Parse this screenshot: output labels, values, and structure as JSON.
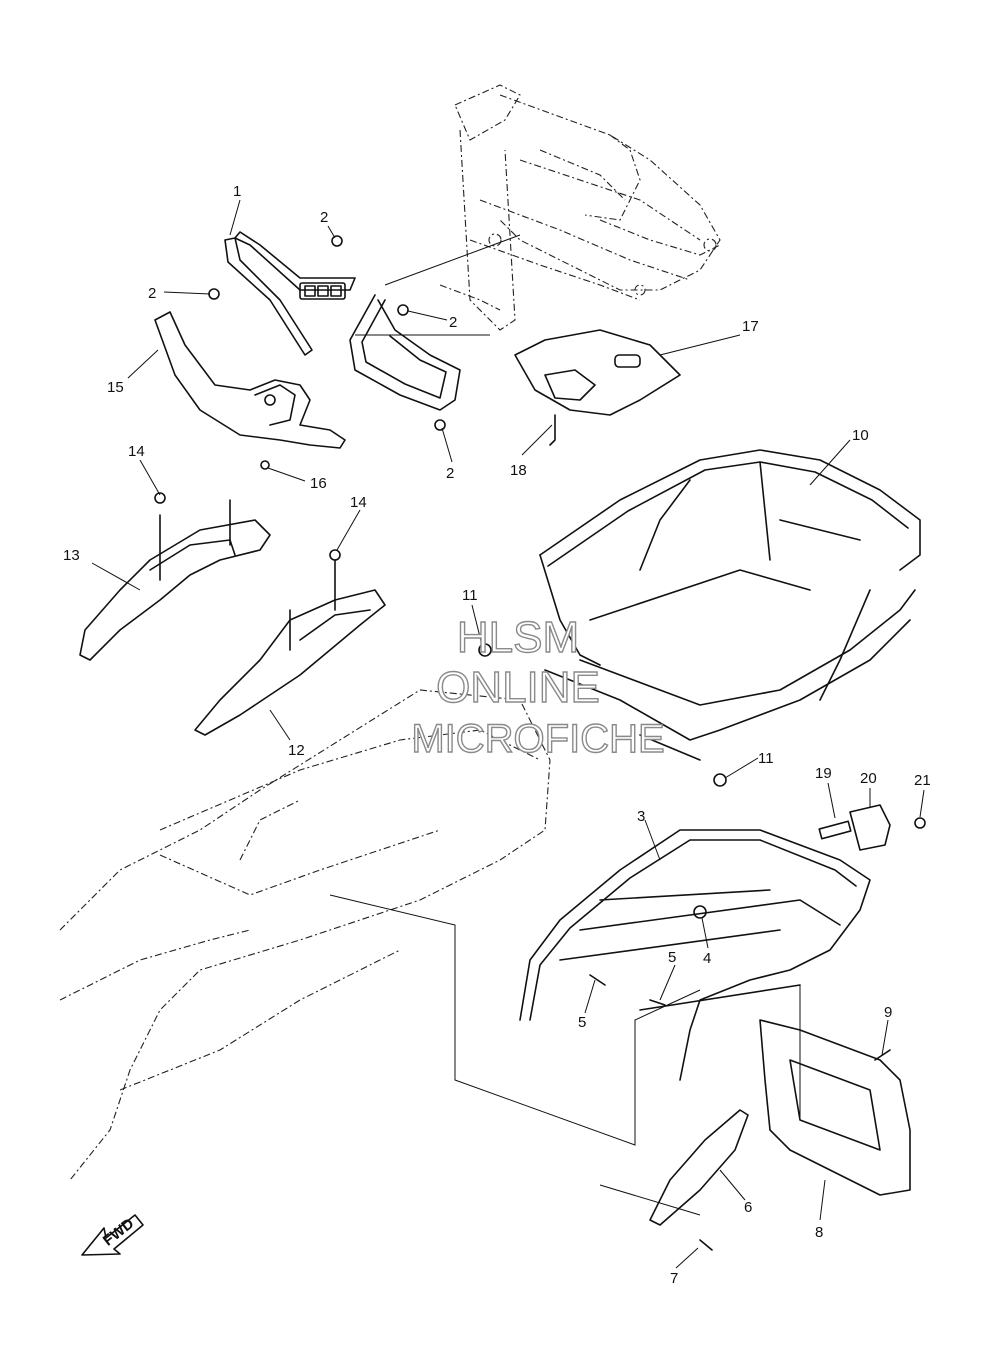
{
  "watermark": {
    "line1": "HLSM",
    "line2": "ONLINE",
    "line3": "MICROFICHE"
  },
  "fwd_arrow": {
    "label": "FWD"
  },
  "callouts": [
    {
      "id": "c1",
      "text": "1"
    },
    {
      "id": "c2a",
      "text": "2"
    },
    {
      "id": "c2b",
      "text": "2"
    },
    {
      "id": "c2c",
      "text": "2"
    },
    {
      "id": "c2d",
      "text": "2"
    },
    {
      "id": "c3",
      "text": "3"
    },
    {
      "id": "c4",
      "text": "4"
    },
    {
      "id": "c5a",
      "text": "5"
    },
    {
      "id": "c5b",
      "text": "5"
    },
    {
      "id": "c6",
      "text": "6"
    },
    {
      "id": "c7",
      "text": "7"
    },
    {
      "id": "c8",
      "text": "8"
    },
    {
      "id": "c9",
      "text": "9"
    },
    {
      "id": "c10",
      "text": "10"
    },
    {
      "id": "c11a",
      "text": "11"
    },
    {
      "id": "c11b",
      "text": "11"
    },
    {
      "id": "c12",
      "text": "12"
    },
    {
      "id": "c13",
      "text": "13"
    },
    {
      "id": "c14a",
      "text": "14"
    },
    {
      "id": "c14b",
      "text": "14"
    },
    {
      "id": "c15",
      "text": "15"
    },
    {
      "id": "c16",
      "text": "16"
    },
    {
      "id": "c17",
      "text": "17"
    },
    {
      "id": "c18",
      "text": "18"
    },
    {
      "id": "c19",
      "text": "19"
    },
    {
      "id": "c20",
      "text": "20"
    },
    {
      "id": "c21",
      "text": "21"
    }
  ]
}
